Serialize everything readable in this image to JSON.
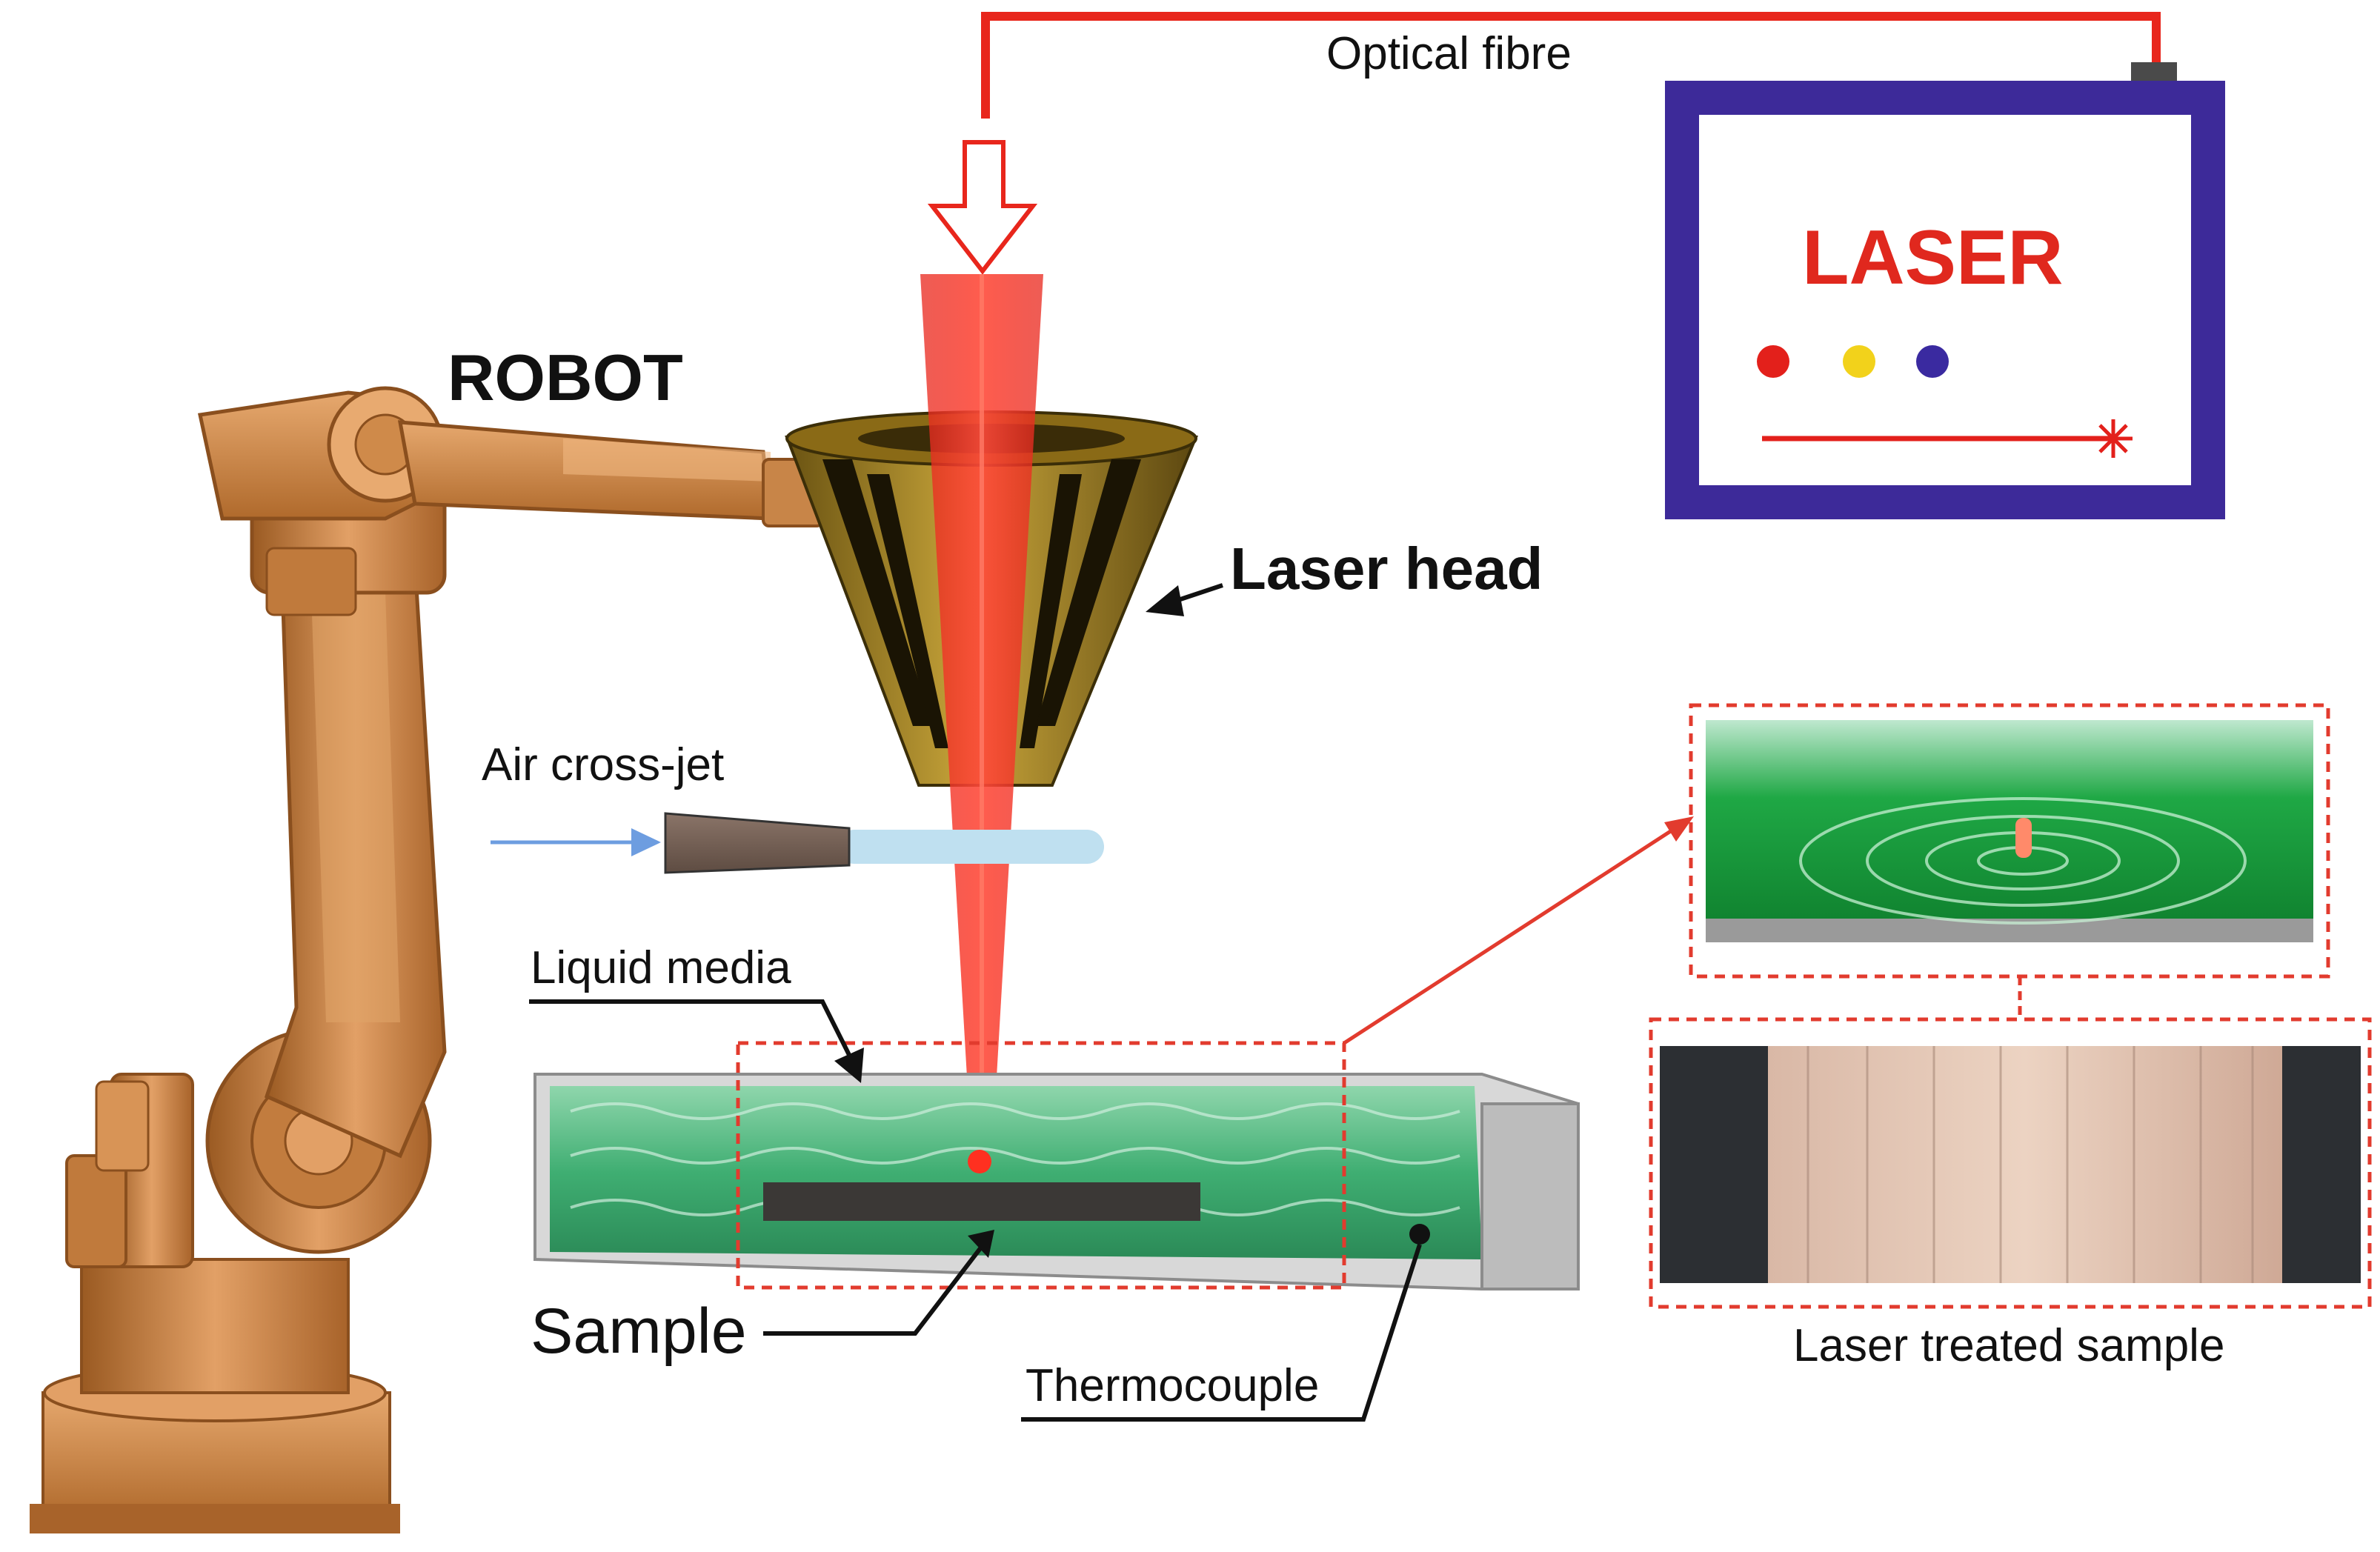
{
  "labels": {
    "optical_fibre": "Optical fibre",
    "laser_unit": "LASER",
    "robot": "ROBOT",
    "laser_head": "Laser head",
    "air_cross_jet": "Air cross-jet",
    "liquid_media": "Liquid media",
    "sample": "Sample",
    "thermocouple": "Thermocouple",
    "laser_treated_sample": "Laser treated sample"
  },
  "colors": {
    "laser_red": "#e8261c",
    "laser_label_red": "#e0281e",
    "laser_box_border": "#3d2a99",
    "indicator_red": "#e3201b",
    "indicator_yellow": "#f2d21b",
    "indicator_blue": "#3a2aa0",
    "robot_orange": "#d08a4a",
    "liquid_green": "#3fae72",
    "dashed_box": "#e23b2e",
    "air_arrow": "#6d9de0"
  },
  "icons": [
    "robot-arm-icon",
    "laser-head-icon",
    "nozzle-icon",
    "laser-beam-icon",
    "tank-icon",
    "laser-unit-icon"
  ]
}
